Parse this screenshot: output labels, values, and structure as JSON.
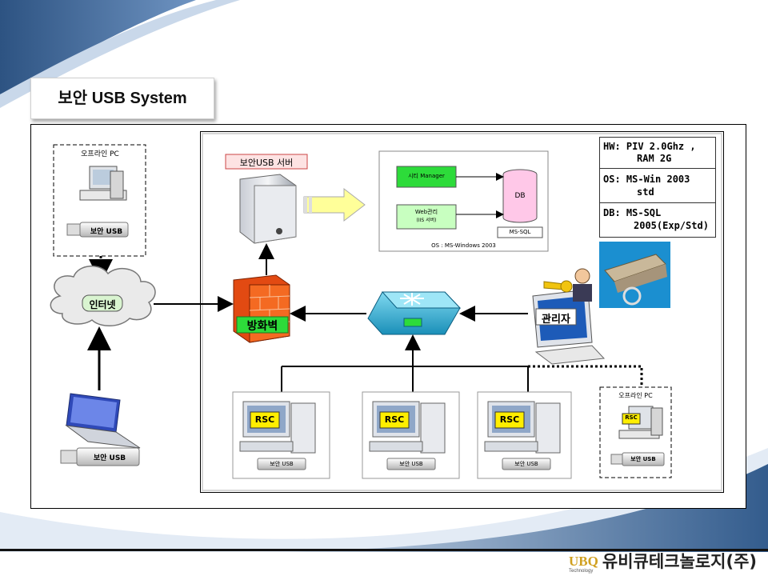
{
  "slide": {
    "title": "보안 USB System"
  },
  "left_column": {
    "offline_pc_label": "오프라인 PC",
    "usb_label_top": "보안 USB",
    "internet_label": "인터넷",
    "usb_label_laptop": "보안 USB"
  },
  "server": {
    "label": "보안USB 서버",
    "manager_label": "시티 Manager",
    "web_label_line1": "Web관리",
    "web_label_line2": "(IIS 서버)",
    "db_label": "DB",
    "sql_label": "MS-SQL",
    "os_label": "OS : MS-Windows 2003"
  },
  "specs": {
    "hw_line1": "HW: PIV 2.0Ghz ,",
    "hw_line2": "RAM 2G",
    "os_line1": "OS: MS-Win 2003",
    "os_line2": "std",
    "db_line1": "DB: MS-SQL",
    "db_line2": "2005(Exp/Std)"
  },
  "network": {
    "firewall_label": "방화벽",
    "admin_label": "관리자"
  },
  "clients": {
    "rsc_label": "RSC",
    "usb_label": "보안 USB",
    "offline_pc_label": "오프라인 PC",
    "offline_usb_label": "보안 USB"
  },
  "footer": {
    "logo": "UBQ",
    "logo_sub": "Technology",
    "company": "유비큐테크놀로지(주)"
  },
  "colors": {
    "blue_dark": "#2f5a8a",
    "blue_mid": "#5a82b4",
    "server_box_bg": "#c8ffc0",
    "rsc_yellow": "#ffee00",
    "cylinder_pink": "#ffc8e8"
  }
}
